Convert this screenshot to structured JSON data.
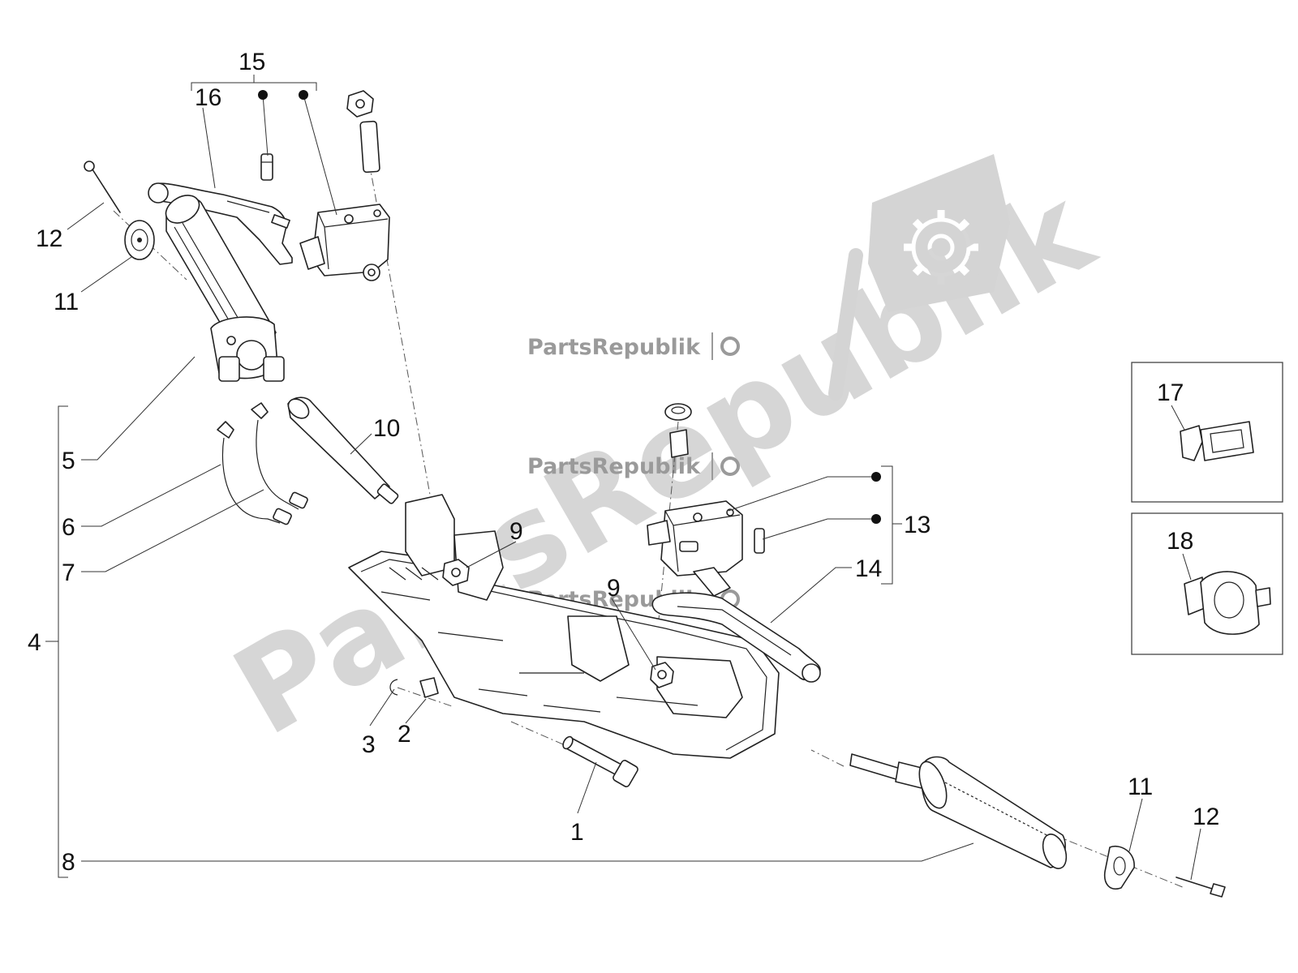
{
  "watermark": {
    "big_text": "PartsRepublik",
    "small_texts": [
      "PartsRepublik",
      "PartsRepublik",
      "PartsRepublik"
    ],
    "logo": "gear-flag-icon"
  },
  "callouts": [
    {
      "id": "c15",
      "label": "15"
    },
    {
      "id": "c16",
      "label": "16"
    },
    {
      "id": "c12a",
      "label": "12"
    },
    {
      "id": "c11a",
      "label": "11"
    },
    {
      "id": "c5",
      "label": "5"
    },
    {
      "id": "c6",
      "label": "6"
    },
    {
      "id": "c7",
      "label": "7"
    },
    {
      "id": "c4",
      "label": "4"
    },
    {
      "id": "c8",
      "label": "8"
    },
    {
      "id": "c10",
      "label": "10"
    },
    {
      "id": "c9a",
      "label": "9"
    },
    {
      "id": "c9b",
      "label": "9"
    },
    {
      "id": "c3",
      "label": "3"
    },
    {
      "id": "c2",
      "label": "2"
    },
    {
      "id": "c1",
      "label": "1"
    },
    {
      "id": "c13",
      "label": "13"
    },
    {
      "id": "c14",
      "label": "14"
    },
    {
      "id": "c17",
      "label": "17"
    },
    {
      "id": "c18",
      "label": "18"
    },
    {
      "id": "c11b",
      "label": "11"
    },
    {
      "id": "c12b",
      "label": "12"
    }
  ]
}
